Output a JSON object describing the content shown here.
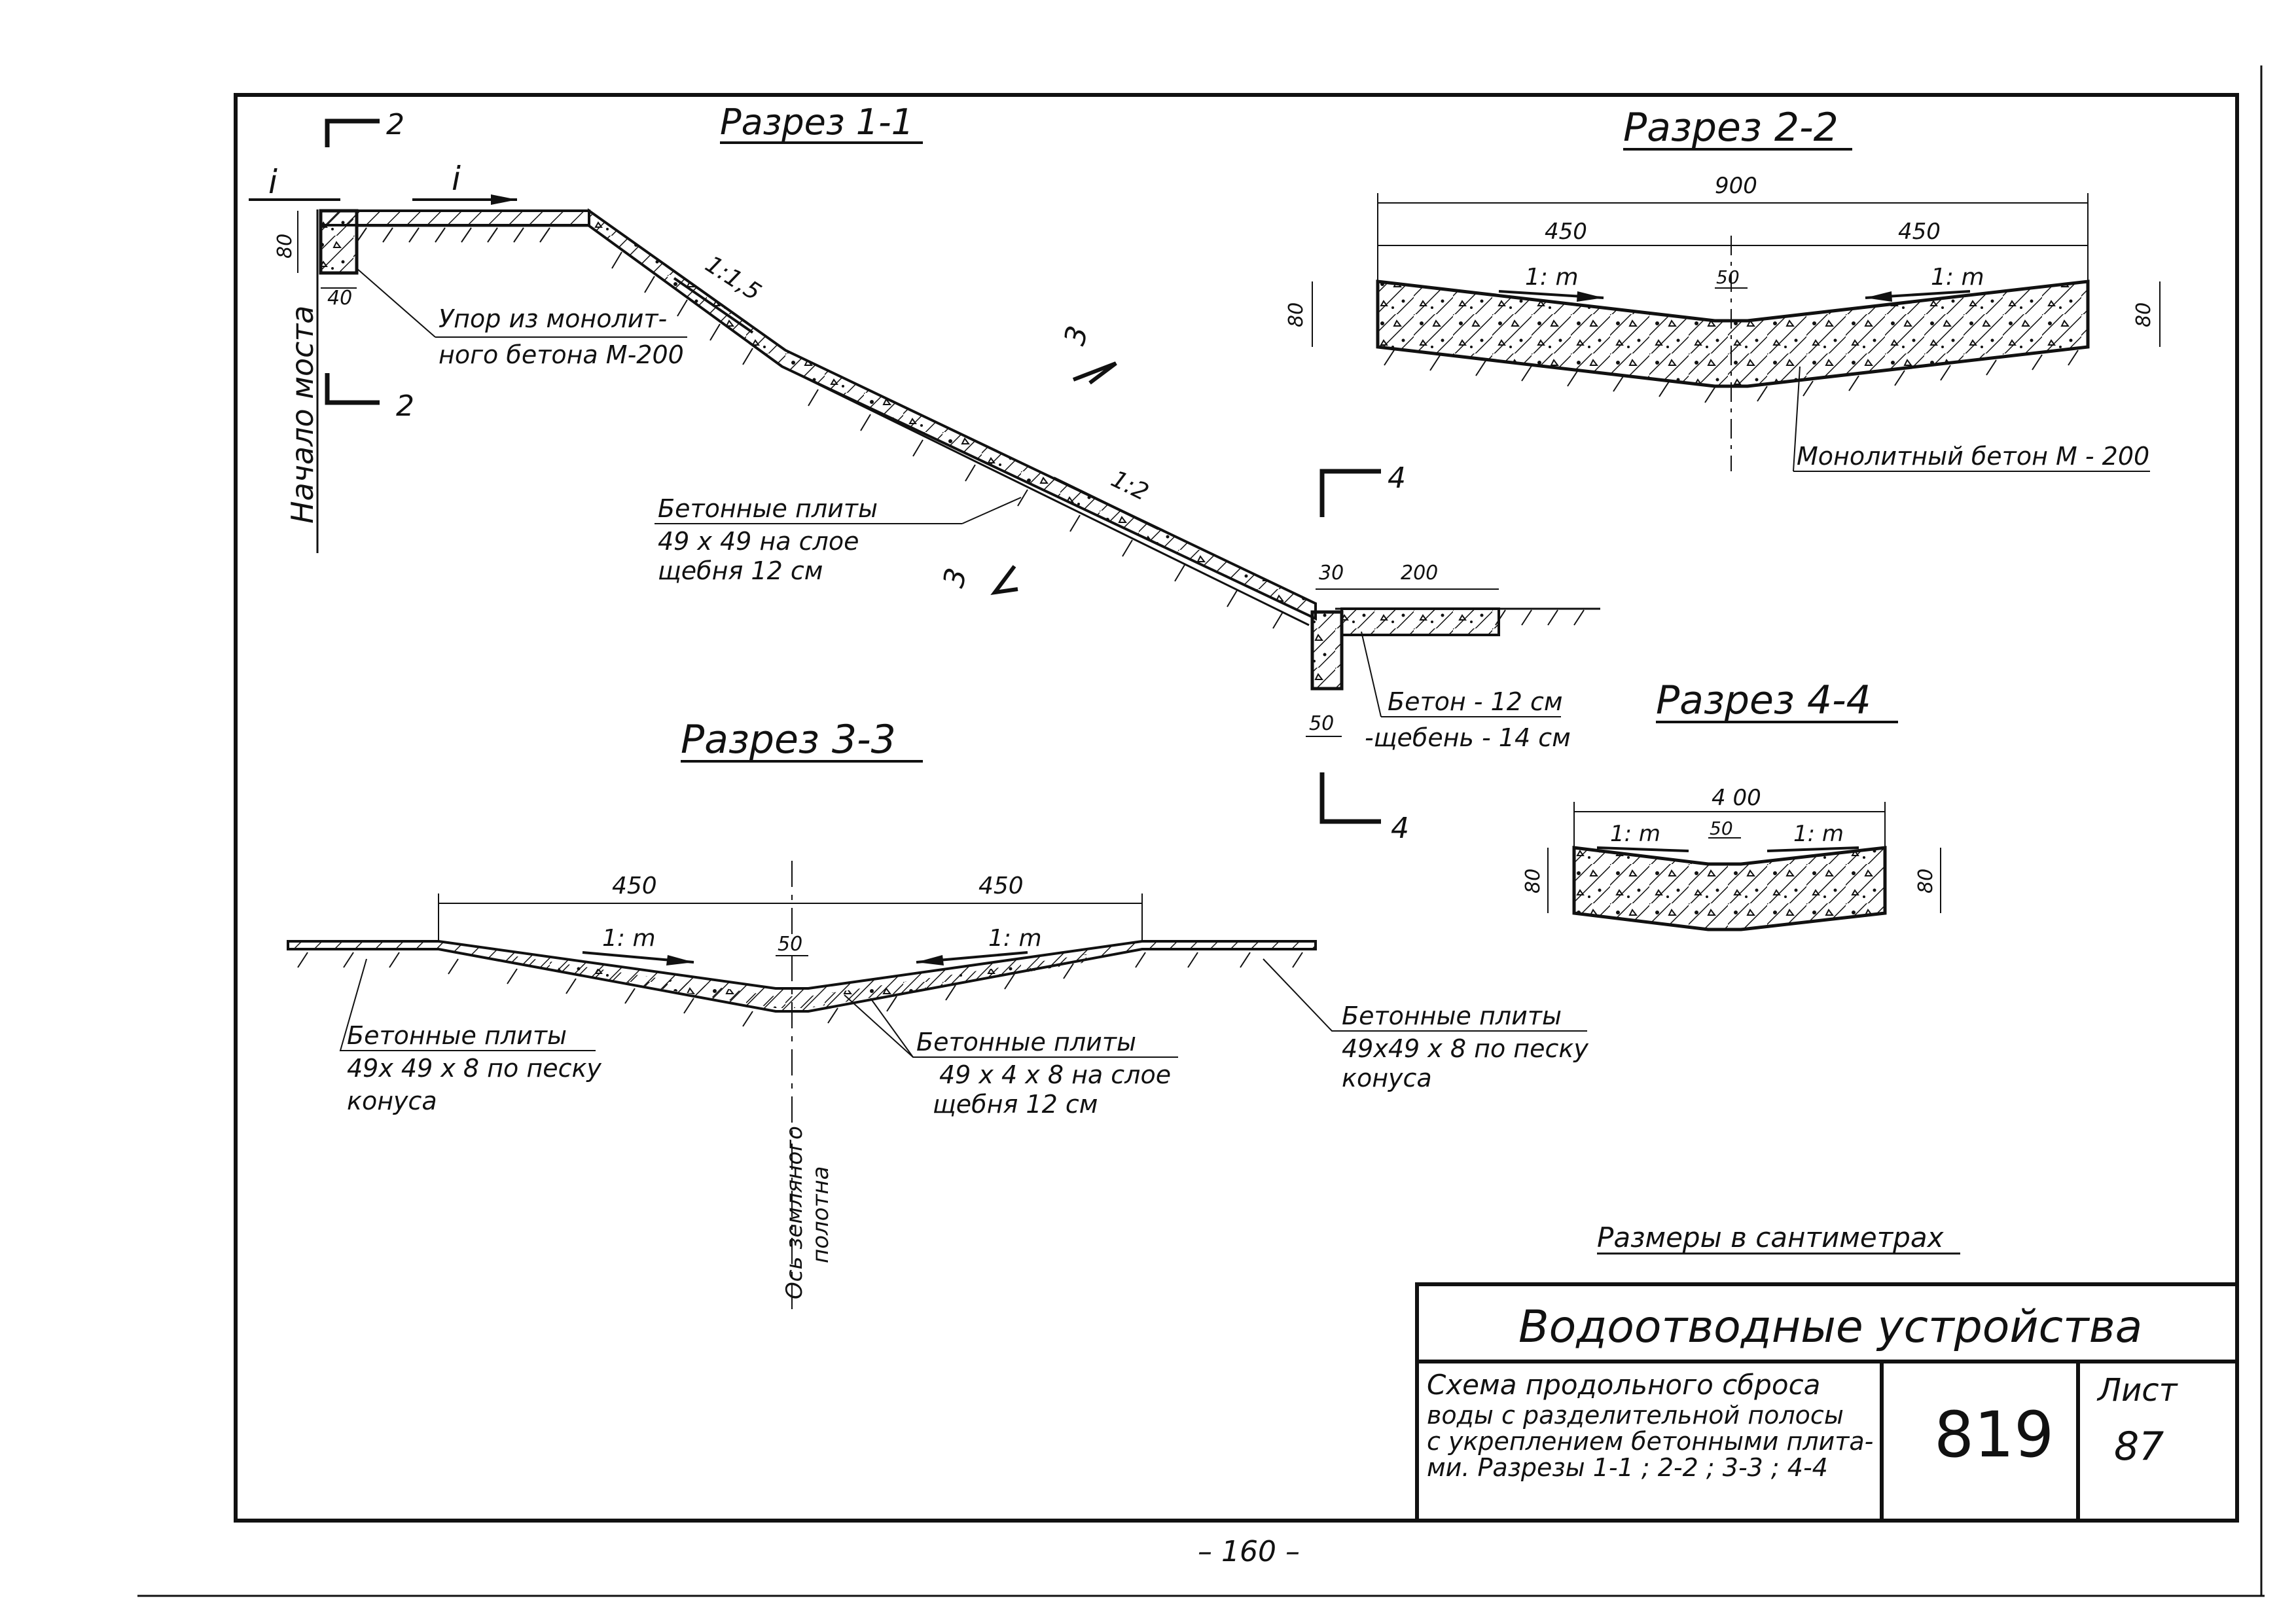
{
  "sections": {
    "s11": "Разрез 1-1",
    "s22": "Разрез 2-2",
    "s33": "Разрез 3-3",
    "s44": "Разрез 4-4"
  },
  "cut_marks": {
    "c2": "2",
    "c3": "3",
    "c4": "4"
  },
  "labels": {
    "i_slope": "i",
    "nachalo_mosta": "Начало моста",
    "upor_1": "Упор из монолит-",
    "upor_2": "ного бетона М-200",
    "plity_1": "Бетонные плиты",
    "plity_2": "49 х 49 на слое",
    "plity_3": "щебня 12 см",
    "beton_12": "Бетон - 12 см",
    "shcheben_14": "-щебень - 14 см",
    "monolit": "Монолитный бетон М - 200",
    "plity_a1": "Бетонные плиты",
    "plity_a2": "49х 49 х 8 по песку",
    "plity_a3": "конуса",
    "plity_b1": "Бетонные плиты",
    "plity_b2": "49 х 4 х 8 на слое",
    "plity_b3": "щебня 12 см",
    "plity_c1": "Бетонные плиты",
    "plity_c2": "49х49 х 8 по песку",
    "plity_c3": "конуса",
    "os_1": "Ось земляного",
    "os_2": "полотна",
    "razmery": "Размеры в сантиметрах"
  },
  "dims": {
    "d80": "80",
    "d40": "40",
    "d30": "30",
    "d200": "200",
    "d50": "50",
    "d900": "900",
    "d450": "450",
    "d400": "4 00",
    "slope_15": "1:1,5",
    "slope_2": "1:2",
    "slope_m": "1: m"
  },
  "title_block": {
    "title": "Водоотводные устройства",
    "desc_1": "Схема продольного сброса",
    "desc_2": "воды с разделительной полосы",
    "desc_3": "с укреплением бетонными плита-",
    "desc_4": "ми. Разрезы 1-1 ; 2-2 ; 3-3 ; 4-4",
    "number": "819",
    "sheet_label": "Лист",
    "sheet_number": "87"
  },
  "page_number": "– 160 –"
}
